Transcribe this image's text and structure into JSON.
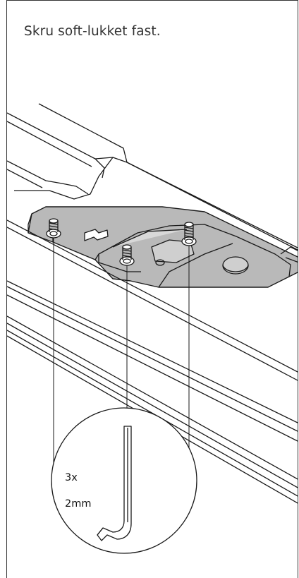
{
  "instruction": "Skru soft-lukket fast.",
  "callout": {
    "count": "3x",
    "size": "2mm"
  },
  "colors": {
    "plate_fill": "#b9b9b9",
    "line": "#1a1a1a",
    "background": "#ffffff"
  }
}
